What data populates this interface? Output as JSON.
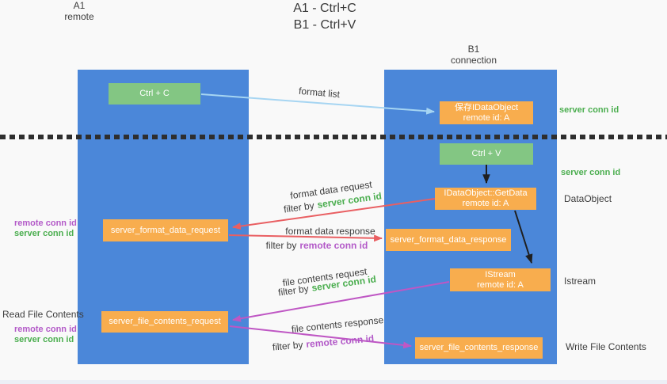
{
  "title": {
    "line1": "A1 - Ctrl+C",
    "line2": "B1 - Ctrl+V"
  },
  "columns": {
    "left": {
      "title": "A1",
      "subtitle": "remote"
    },
    "right": {
      "title": "B1",
      "subtitle": "connection"
    }
  },
  "nodes": {
    "ctrl_c": {
      "label": "Ctrl + C"
    },
    "ctrl_v": {
      "label": "Ctrl + V"
    },
    "save_dataobject": {
      "line1": "保存IDataObject",
      "line2": "remote id: A"
    },
    "getdata": {
      "line1": "IDataObject::GetData",
      "line2": "remote id: A"
    },
    "istream": {
      "line1": "IStream",
      "line2": "remote id: A"
    },
    "server_format_data_request": {
      "label": "server_format_data_request"
    },
    "server_format_data_response": {
      "label": "server_format_data_response"
    },
    "server_file_contents_request": {
      "label": "server_file_contents_request"
    },
    "server_file_contents_response": {
      "label": "server_file_contents_response"
    }
  },
  "arrow_labels": {
    "format_list": "format list",
    "format_data_request": "format data request",
    "format_data_response": "format data response",
    "file_contents_request": "file contents request",
    "file_contents_response": "file contents response",
    "filter_by": "filter by",
    "server_conn_id": "server conn id",
    "remote_conn_id": "remote conn id"
  },
  "annotations": {
    "server_conn_id_top": "server conn id",
    "server_conn_id_mid": "server conn id",
    "dataobject": "DataObject",
    "istream": "Istream",
    "read_file_contents": "Read File Contents",
    "write_file_contents": "Write File Contents",
    "remote_conn_id": "remote conn id",
    "server_conn_id": "server conn id"
  },
  "colors": {
    "column_blue": "#4b87d9",
    "box_green": "#83c683",
    "box_orange": "#f8ad4e",
    "arrow_blue": "#a6d5f2",
    "arrow_red": "#e95f62",
    "arrow_magenta": "#bf57c4",
    "arrow_black": "#1f1f1f",
    "text_green": "#4bae4f",
    "text_purple": "#b35ac8",
    "text_dark": "#3d3d3d",
    "divider": "#2e2e2e"
  }
}
